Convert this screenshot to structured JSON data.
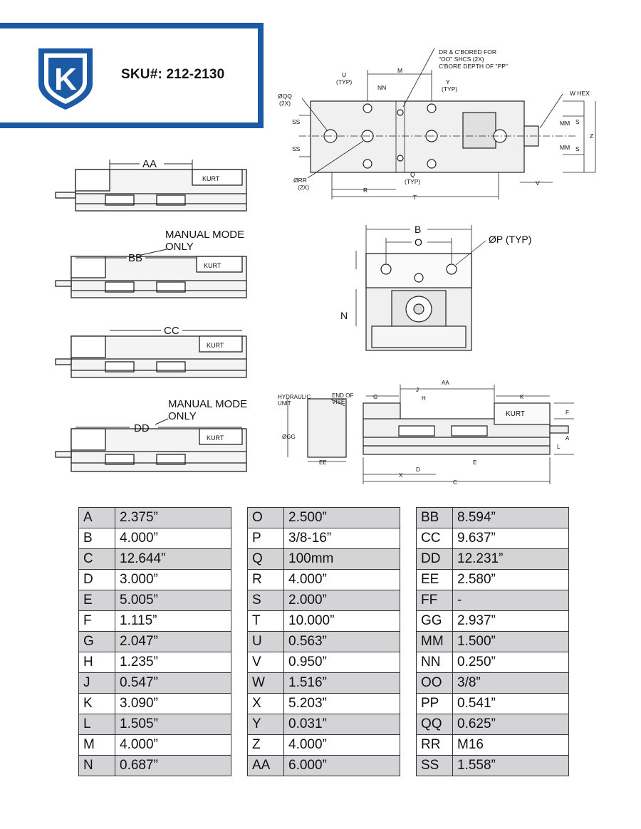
{
  "header": {
    "logo_letter": "K",
    "sku_label": "SKU#: 212-2130"
  },
  "side_views": {
    "aa_label": "AA",
    "manual_mode_1": [
      "MANUAL MODE",
      "ONLY"
    ],
    "bb_label": "BB",
    "cc_label": "CC",
    "manual_mode_2": [
      "MANUAL MODE",
      "ONLY"
    ],
    "dd_label": "DD",
    "brand": "KURT"
  },
  "top_view": {
    "callout_lines": [
      "DR & C'BORED FOR",
      "\"OO\" SHCS (2X)",
      "C'BORE DEPTH OF \"PP\""
    ],
    "u_lines": [
      "U",
      "(TYP)"
    ],
    "m": "M",
    "nn": "NN",
    "y_lines": [
      "Y",
      "(TYP)"
    ],
    "w_hex": "W HEX",
    "qq_lines": [
      "ØQQ",
      "(2X)"
    ],
    "ss_top": "SS",
    "ss_bottom": "SS",
    "mm_top": "MM",
    "mm_bottom": "MM",
    "s_top": "S",
    "s_bottom": "S",
    "z": "Z",
    "rr_lines": [
      "ØRR",
      "(2X)"
    ],
    "q_lines": [
      "Q",
      "(TYP)"
    ],
    "r": "R",
    "t": "T",
    "v": "V"
  },
  "front_view": {
    "b": "B",
    "o": "O",
    "p_typ": "ØP (TYP)",
    "n": "N"
  },
  "bottom_side_view": {
    "hydraulic_lines": [
      "HYDRAULIC",
      "UNIT"
    ],
    "end_lines": [
      "END OF",
      "VISE"
    ],
    "g": "G",
    "j": "J",
    "h": "H",
    "aa": "AA",
    "k": "K",
    "f": "F",
    "a": "A",
    "l": "L",
    "gg": "ØGG",
    "ee": "EE",
    "d": "D",
    "e": "E",
    "x": "X",
    "c": "C",
    "brand": "KURT"
  },
  "tables": [
    [
      {
        "key": "A",
        "value": "2.375”"
      },
      {
        "key": "B",
        "value": "4.000”"
      },
      {
        "key": "C",
        "value": "12.644”"
      },
      {
        "key": "D",
        "value": "3.000”"
      },
      {
        "key": "E",
        "value": "5.005”"
      },
      {
        "key": "F",
        "value": "1.115”"
      },
      {
        "key": "G",
        "value": "2.047”"
      },
      {
        "key": "H",
        "value": "1.235”"
      },
      {
        "key": "J",
        "value": "0.547”"
      },
      {
        "key": "K",
        "value": "3.090”"
      },
      {
        "key": "L",
        "value": "1.505”"
      },
      {
        "key": "M",
        "value": "4.000”"
      },
      {
        "key": "N",
        "value": "0.687”"
      }
    ],
    [
      {
        "key": "O",
        "value": "2.500”"
      },
      {
        "key": "P",
        "value": "3/8-16”"
      },
      {
        "key": "Q",
        "value": "100mm"
      },
      {
        "key": "R",
        "value": "4.000”"
      },
      {
        "key": "S",
        "value": "2.000”"
      },
      {
        "key": "T",
        "value": "10.000”"
      },
      {
        "key": "U",
        "value": "0.563”"
      },
      {
        "key": "V",
        "value": "0.950”"
      },
      {
        "key": "W",
        "value": "1.516”"
      },
      {
        "key": "X",
        "value": "5.203”"
      },
      {
        "key": "Y",
        "value": "0.031”"
      },
      {
        "key": "Z",
        "value": "4.000”"
      },
      {
        "key": "AA",
        "value": "6.000”"
      }
    ],
    [
      {
        "key": "BB",
        "value": "8.594”"
      },
      {
        "key": "CC",
        "value": "9.637”"
      },
      {
        "key": "DD",
        "value": "12.231”"
      },
      {
        "key": "EE",
        "value": "2.580”"
      },
      {
        "key": "FF",
        "value": "-"
      },
      {
        "key": "GG",
        "value": "2.937”"
      },
      {
        "key": "MM",
        "value": "1.500”"
      },
      {
        "key": "NN",
        "value": "0.250”"
      },
      {
        "key": "OO",
        "value": "3/8”"
      },
      {
        "key": "PP",
        "value": "0.541”"
      },
      {
        "key": "QQ",
        "value": "0.625”"
      },
      {
        "key": "RR",
        "value": "M16"
      },
      {
        "key": "SS",
        "value": "1.558”"
      }
    ]
  ],
  "colors": {
    "brand_blue": "#1d5aa6",
    "row_shade": "#d4d4d6"
  }
}
